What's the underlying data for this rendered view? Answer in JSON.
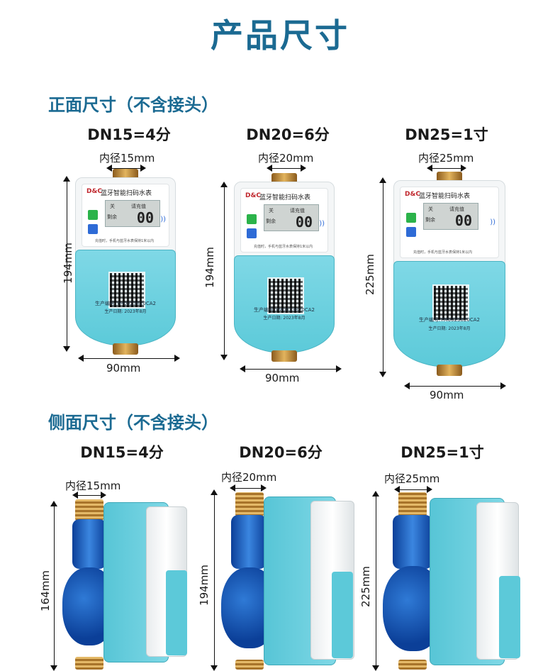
{
  "page_title": "产品尺寸",
  "front": {
    "section_title": "正面尺寸（不含接头）",
    "items": [
      {
        "model": "DN15=4分",
        "inner_diameter": "内径15mm",
        "height": "194mm",
        "width": "90mm"
      },
      {
        "model": "DN20=6分",
        "inner_diameter": "内径20mm",
        "height": "194mm",
        "width": "90mm"
      },
      {
        "model": "DN25=1寸",
        "inner_diameter": "内径25mm",
        "height": "225mm",
        "width": "90mm"
      }
    ]
  },
  "side": {
    "section_title": "侧面尺寸（不含接头）",
    "items": [
      {
        "model": "DN15=4分",
        "inner_diameter": "内径15mm",
        "height": "164mm"
      },
      {
        "model": "DN20=6分",
        "inner_diameter": "内径20mm",
        "height": "194mm"
      },
      {
        "model": "DN25=1寸",
        "inner_diameter": "内径25mm",
        "height": "225mm"
      }
    ]
  },
  "meter_face": {
    "brand": "D&C",
    "product_name": "蓝牙智能扫码水表",
    "lcd_label_1": "关",
    "lcd_label_2": "请充值",
    "lcd_label_3": "剩余",
    "lcd_digits": "00",
    "note": "充值时，手机与蓝牙水表保持1米以内",
    "serial": "生产编号:YM0023820CA2",
    "date": "生产日期: 2023年8月"
  },
  "colors": {
    "title": "#1b6a92",
    "meter_body": "#6fd2e0",
    "brass": "#d9a74e",
    "valve_blue": "#1b5cc0"
  }
}
